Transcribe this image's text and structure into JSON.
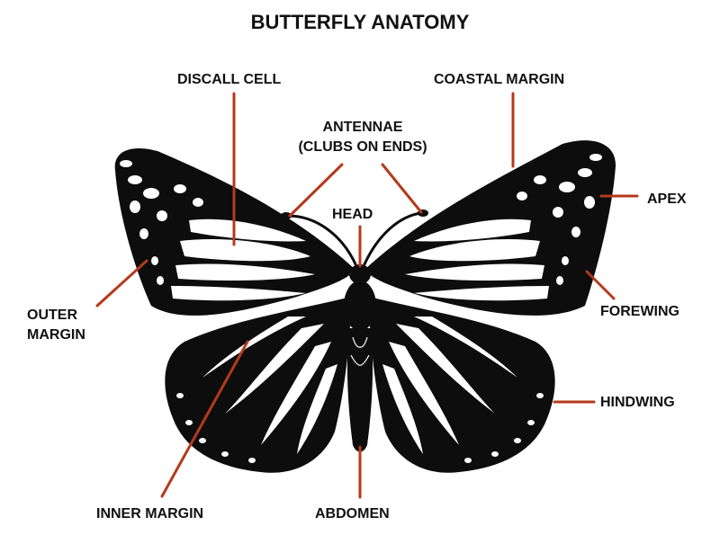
{
  "title": "BUTTERFLY ANATOMY",
  "colors": {
    "leader": "#b5391c",
    "wing": "#0d0d0d",
    "wing_cell": "#ffffff"
  },
  "labels": {
    "discal_cell": "DISCALL CELL",
    "coastal_margin": "COASTAL MARGIN",
    "antennae_line1": "ANTENNAE",
    "antennae_line2": "(CLUBS ON ENDS)",
    "head": "HEAD",
    "apex": "APEX",
    "outer_margin_line1": "OUTER",
    "outer_margin_line2": "MARGIN",
    "forewing": "FOREWING",
    "hindwing": "HINDWING",
    "inner_margin": "INNER MARGIN",
    "abdomen": "ABDOMEN"
  }
}
